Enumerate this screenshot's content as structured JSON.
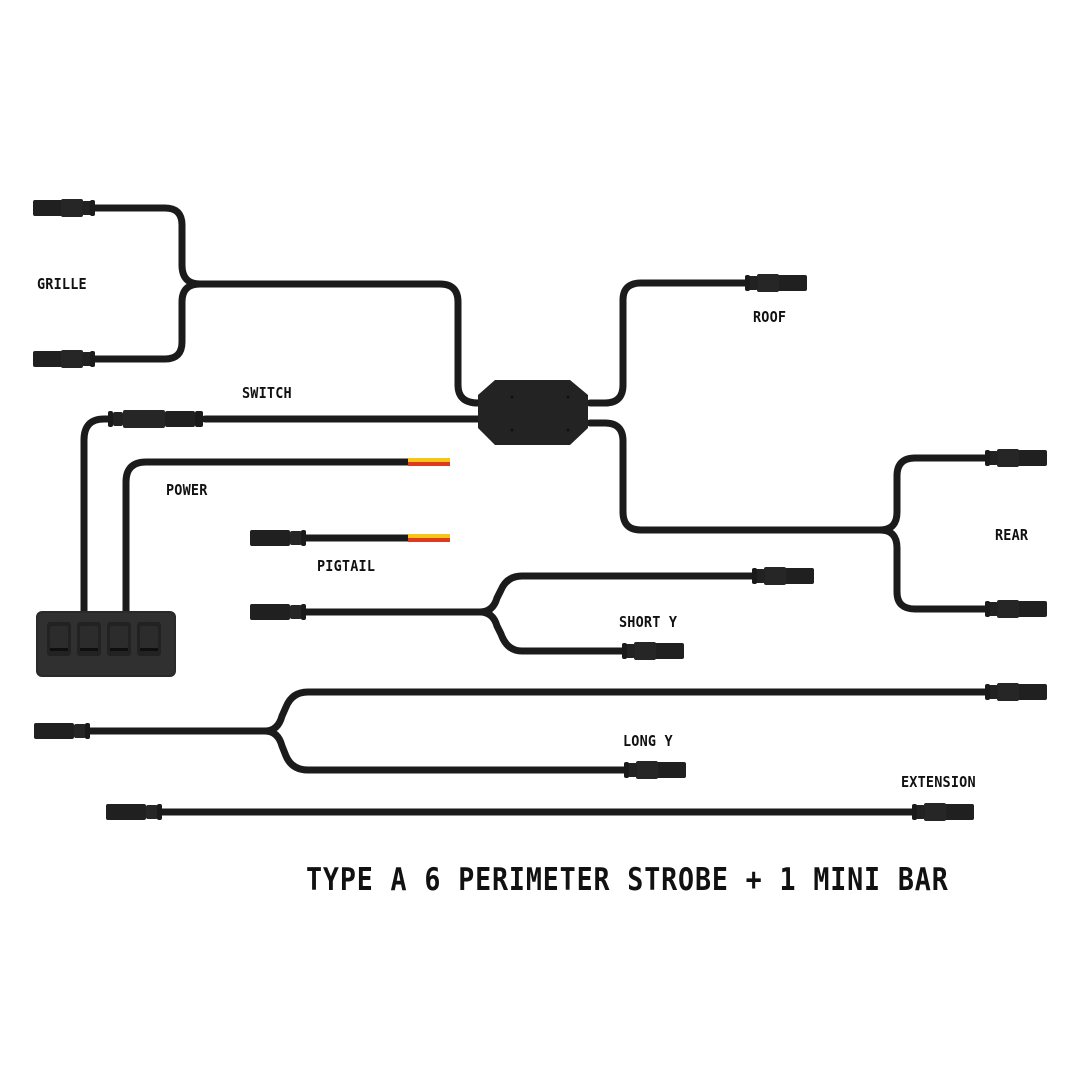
{
  "title": "TYPE A 6 PERIMETER STROBE + 1 MINI BAR",
  "labels": {
    "grille": "GRILLE",
    "roof": "ROOF",
    "switch": "SWITCH",
    "power": "POWER",
    "pigtail": "PIGTAIL",
    "rear": "REAR",
    "short_y": "SHORT Y",
    "long_y": "LONG Y",
    "extension": "EXTENSION"
  },
  "components": [
    {
      "id": "control-module",
      "label": "",
      "type": "hub"
    },
    {
      "id": "switch-panel",
      "type": "4-rocker switch box",
      "switches": 4
    },
    {
      "id": "grille-harness",
      "label": "GRILLE",
      "connectors": 2
    },
    {
      "id": "roof-lead",
      "label": "ROOF",
      "connectors": 1
    },
    {
      "id": "rear-harness",
      "label": "REAR",
      "connectors": 2
    },
    {
      "id": "switch-lead",
      "label": "SWITCH",
      "connectors": 1
    },
    {
      "id": "power-lead",
      "label": "POWER",
      "wire_colors": [
        "#f5c518",
        "#e03a1e"
      ]
    },
    {
      "id": "pigtail",
      "label": "PIGTAIL",
      "connectors": 1,
      "wire_colors": [
        "#f5c518",
        "#e03a1e"
      ]
    },
    {
      "id": "short-y",
      "label": "SHORT Y",
      "connectors": 3
    },
    {
      "id": "long-y",
      "label": "LONG Y",
      "connectors": 3
    },
    {
      "id": "extension",
      "label": "EXTENSION",
      "connectors": 2
    }
  ],
  "colors": {
    "cable": "#1b1b1b",
    "connector": "#222222",
    "wire_yellow": "#f5c518",
    "wire_red": "#e03a1e",
    "background": "#ffffff"
  }
}
